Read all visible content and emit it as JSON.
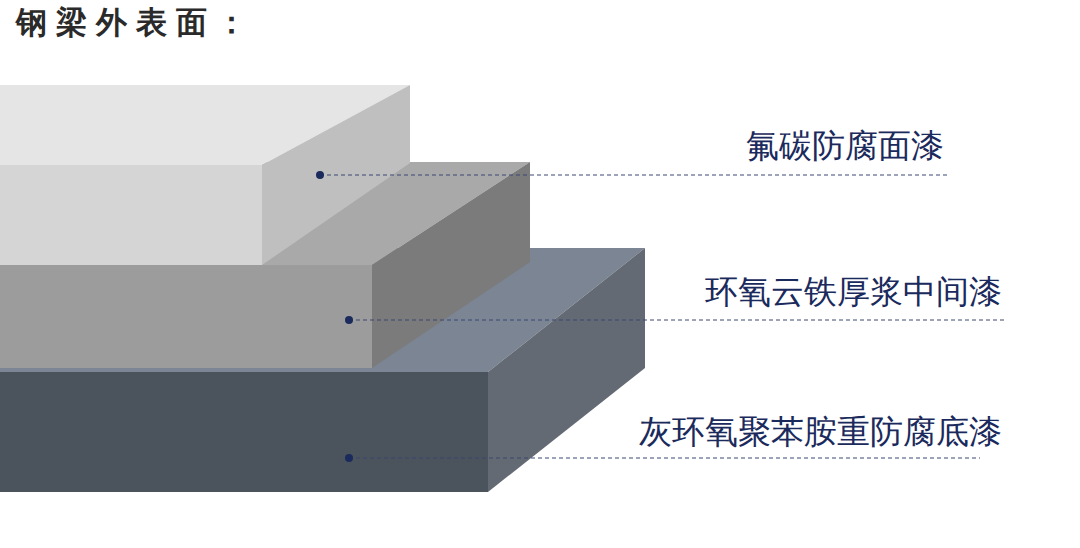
{
  "diagram": {
    "title": "钢梁外表面：",
    "labels": [
      "氟碳防腐面漆",
      "环氧云铁厚浆中间漆",
      "灰环氧聚苯胺重防腐底漆"
    ]
  }
}
